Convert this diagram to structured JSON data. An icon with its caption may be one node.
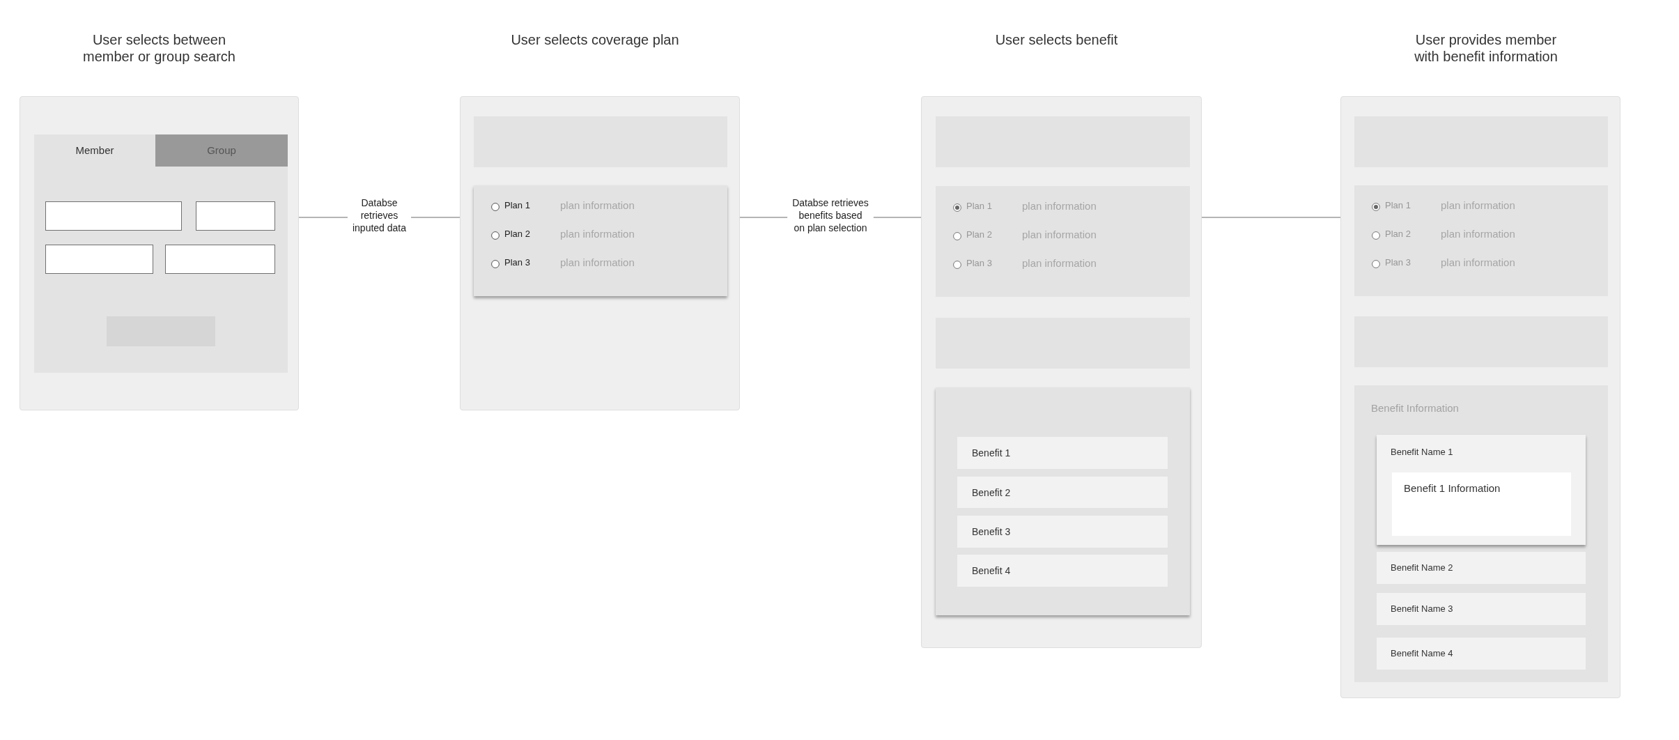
{
  "diagram": {
    "nodes": [
      {
        "text": [
          "User selects between member or group search"
        ]
      },
      {
        "text": [],
        "shape": "box",
        "in": 0
      },
      {
        "text": [
          "Member"
        ],
        "in": 1
      },
      {
        "text": [
          "Group"
        ],
        "in": 1
      },
      {
        "text": [],
        "shape": "box",
        "in": 1
      },
      {
        "text": [],
        "shape": "box",
        "in": 1
      },
      {
        "text": [],
        "shape": "box",
        "in": 1
      },
      {
        "text": [],
        "shape": "box",
        "in": 1
      },
      {
        "text": [],
        "shape": "box",
        "in": 1
      },
      {
        "text": [
          "User selects coverage plan"
        ]
      },
      {
        "text": [],
        "shape": "box",
        "in": 9
      },
      {
        "text": [
          "Plan 1",
          "plan information",
          "Plan 2",
          "plan information",
          "Plan 3",
          "plan information"
        ],
        "in": 9
      },
      {
        "text": [
          "User selects benefit"
        ]
      },
      {
        "text": [],
        "shape": "box",
        "in": 12
      },
      {
        "text": [
          "Plan 1",
          "plan information",
          "Plan 2",
          "plan information",
          "Plan 3",
          "plan information"
        ],
        "in": 12
      },
      {
        "text": [],
        "shape": "box",
        "in": 12
      },
      {
        "text": [],
        "shape": "box",
        "in": 12
      },
      {
        "text": [
          "Benefit 1"
        ],
        "in": 16
      },
      {
        "text": [
          "Benefit 2"
        ],
        "in": 16
      },
      {
        "text": [
          "Benefit 3"
        ],
        "in": 16
      },
      {
        "text": [
          "Benefit 4"
        ],
        "in": 16
      },
      {
        "text": [
          "User provides member with benefit information"
        ]
      },
      {
        "text": [],
        "shape": "box",
        "in": 21
      },
      {
        "text": [
          "Plan 1",
          "plan information",
          "Plan 2",
          "plan information",
          "Plan 3",
          "plan information"
        ],
        "in": 21
      },
      {
        "text": [],
        "shape": "box",
        "in": 21
      },
      {
        "text": [
          "Benefit Information"
        ],
        "in": 21
      },
      {
        "text": [
          "Benefit Name 1"
        ],
        "in": 25
      },
      {
        "text": [
          "Benefit 1 Information"
        ],
        "in": 26
      },
      {
        "text": [
          "Benefit Name 2"
        ],
        "in": 25
      },
      {
        "text": [
          "Benefit Name 3"
        ],
        "in": 25
      },
      {
        "text": [
          "Benefit Name 4"
        ],
        "in": 25
      }
    ],
    "edges": [
      {
        "from": 0,
        "to": 9,
        "arrow": "none",
        "label": "Databse retrieves inputed data"
      },
      {
        "from": 9,
        "to": 12,
        "arrow": "none",
        "label": "Databse retrieves benefits based on plan selection"
      },
      {
        "from": 12,
        "to": 21,
        "arrow": "none"
      }
    ]
  }
}
